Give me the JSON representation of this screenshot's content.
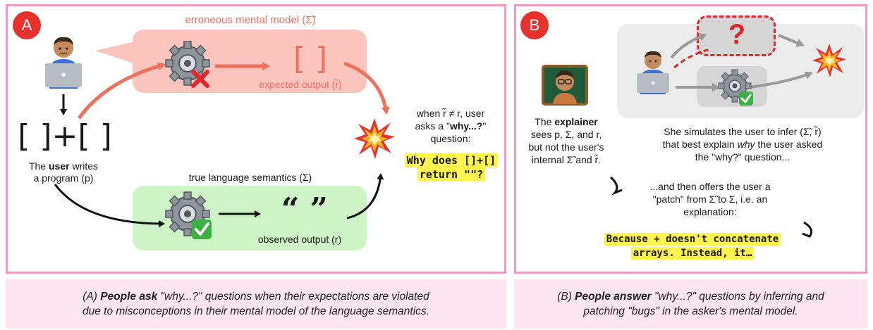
{
  "panel_a": {
    "badge": "A",
    "mental_model_label": "erroneous mental model (Σ̃)",
    "expected_brackets": "[ ]",
    "expected_output_label": "expected output (r̃)",
    "program": "[ ]+[ ]",
    "user_pre": "The ",
    "user_bold": "user",
    "user_post": " writes",
    "user_line2": "a program (p)",
    "true_semantics_label": "true language semantics (Σ)",
    "observed_quotes": "“ ”",
    "observed_output_label": "observed output (r)",
    "when_line1": "when r̃ ≠ r, user",
    "when_line2_pre": "asks a \"",
    "when_line2_bold": "why...?",
    "when_line2_post": "\"",
    "when_line3": "question:",
    "question_line1": "Why does []+[]",
    "question_line2": "return \"\"?"
  },
  "panel_b": {
    "badge": "B",
    "question_mark": "?",
    "explainer_line1_pre": "The ",
    "explainer_line1_bold": "explainer",
    "explainer_line2": "sees p, Σ, and r,",
    "explainer_line3": "but not the user's",
    "explainer_line4": "internal Σ̃ and r̃.",
    "simulate_line1": "She simulates the user to infer (Σ̃, r̃)",
    "simulate_line2_pre": "that best explain ",
    "simulate_line2_em": "why",
    "simulate_line2_post": " the user asked",
    "simulate_line3": "the \"why?\" question...",
    "patch_line1": "...and then offers the user a",
    "patch_line2": "\"patch\" from Σ̃ to Σ, i.e. an",
    "patch_line3": "explanation:",
    "answer_line1": "Because + doesn't concatenate",
    "answer_line2": "arrays. Instead, it…"
  },
  "captions": {
    "a_prefix": "(A) ",
    "a_bold": "People ask",
    "a_rest": " \"why...?\" questions when their expectations are violated",
    "a_line2": "due to misconceptions in their mental model of the language semantics.",
    "b_prefix": "(B) ",
    "b_bold": "People answer",
    "b_rest": " \"why...?\" questions by inferring and",
    "b_line2": "patching \"bugs\" in the asker's mental model."
  },
  "colors": {
    "panel_border": "#f19ac6",
    "caption_bg": "#fce4f0",
    "badge": "#e8312b",
    "erroneous_box": "#fbc5bd",
    "erroneous_text": "#f0705e",
    "true_box": "#cdf3c6",
    "highlight": "#fff34d",
    "sim_box": "#ececec"
  }
}
